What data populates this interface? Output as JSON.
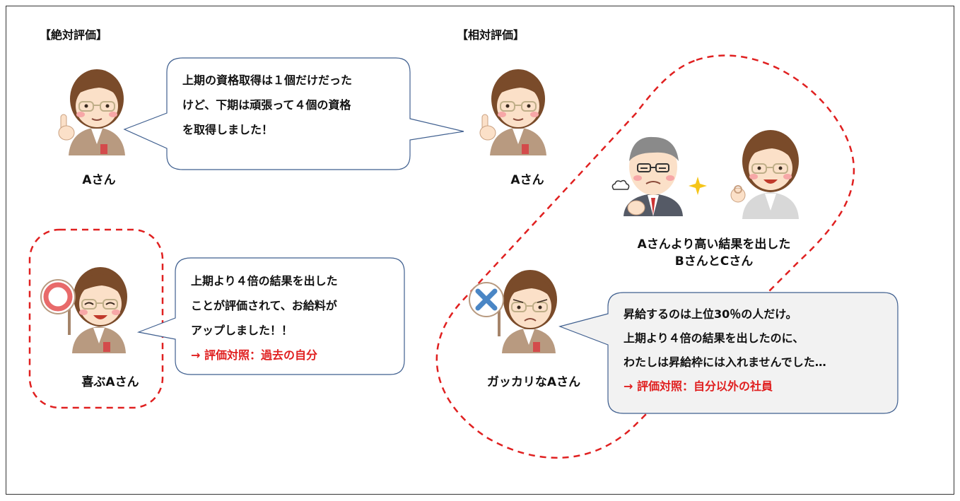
{
  "absolute": {
    "heading": "【絶対評価】",
    "person_a_label": "Aさん",
    "bubble_lines": [
      "上期の資格取得は１個だけだった",
      "けど、下期は頑張って４個の資格",
      "を取得しました！"
    ],
    "happy_label": "喜ぶAさん",
    "happy_lines": [
      "上期より４倍の結果を出した",
      "ことが評価されて、お給料が",
      "アップしました！！"
    ],
    "happy_note": "→ 評価対照：過去の自分"
  },
  "relative": {
    "heading": "【相対評価】",
    "person_a_label": "Aさん",
    "others_label_1": "Aさんより高い結果を出した",
    "others_label_2": "BさんとCさん",
    "sad_label": "ガッカリなAさん",
    "sad_lines": [
      "昇給するのは上位30％の人だけ。",
      "上期より４倍の結果を出したのに、",
      "わたしは昇給枠には入れませんでした…"
    ],
    "sad_note": "→ 評価対照：自分以外の社員"
  },
  "colors": {
    "dashed_red": "#e02020",
    "bubble_border": "#3f5f8f",
    "note_red": "#e02020",
    "sad_bubble_fill": "#f2f2f2"
  },
  "icons": [
    "woman-pointing-icon",
    "woman-happy-icon",
    "maru-sign-icon",
    "woman-sad-icon",
    "batsu-sign-icon",
    "man-smug-icon",
    "woman-ok-icon",
    "sparkle-icon",
    "puff-icon"
  ]
}
